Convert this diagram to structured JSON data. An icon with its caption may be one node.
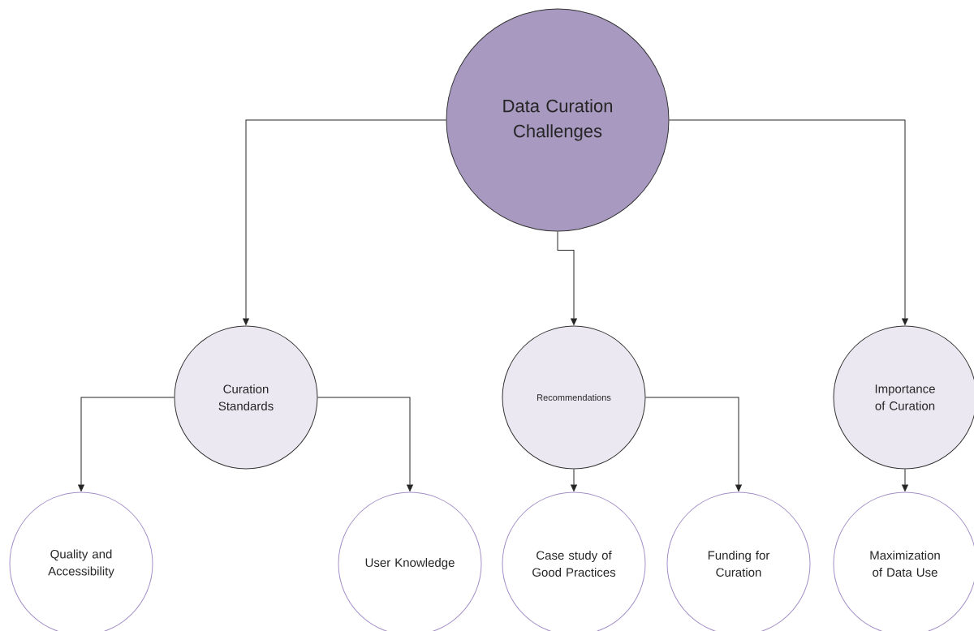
{
  "diagram": {
    "nodes": [
      {
        "text": [
          "Data Curation Challenges"
        ]
      },
      {
        "text": [
          "Curation Standards"
        ]
      },
      {
        "text": [
          "Recommendations"
        ]
      },
      {
        "text": [
          "Importance of Curation"
        ]
      },
      {
        "text": [
          "Quality and Accessibility"
        ]
      },
      {
        "text": [
          "User Knowledge"
        ]
      },
      {
        "text": [
          "Case study of Good Practices"
        ]
      },
      {
        "text": [
          "Funding for Curation"
        ]
      },
      {
        "text": [
          "Maximization of Data Use"
        ]
      }
    ],
    "edges": [
      {
        "from": 0,
        "to": 1,
        "arrow": "to"
      },
      {
        "from": 0,
        "to": 2,
        "arrow": "to"
      },
      {
        "from": 0,
        "to": 3,
        "arrow": "to"
      },
      {
        "from": 1,
        "to": 4,
        "arrow": "to"
      },
      {
        "from": 1,
        "to": 5,
        "arrow": "to"
      },
      {
        "from": 2,
        "to": 6,
        "arrow": "to"
      },
      {
        "from": 2,
        "to": 7,
        "arrow": "to"
      },
      {
        "from": 3,
        "to": 8,
        "arrow": "to"
      }
    ]
  }
}
